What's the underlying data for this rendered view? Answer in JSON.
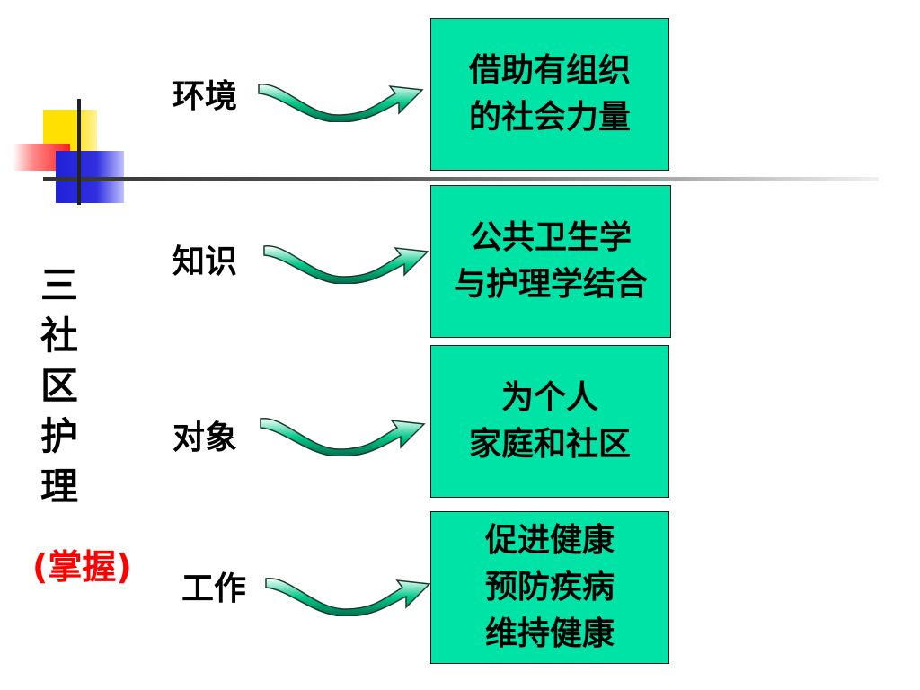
{
  "title_chars": [
    "三",
    "社",
    "区",
    "护",
    "理"
  ],
  "mastery_label": "(掌握)",
  "rows": [
    {
      "label": "环境",
      "box_lines": [
        "借助有组织",
        "的社会力量"
      ]
    },
    {
      "label": "知识",
      "box_lines": [
        "公共卫生学",
        "与护理学结合"
      ]
    },
    {
      "label": "对象",
      "box_lines": [
        "为个人",
        "家庭和社区"
      ]
    },
    {
      "label": "工作",
      "box_lines": [
        "促进健康",
        "预防疾病",
        "维持健康"
      ]
    }
  ],
  "colors": {
    "box_fill": "#00e3a6",
    "mastery_text": "#ff0000",
    "arrow_fill": "#00c88a"
  }
}
